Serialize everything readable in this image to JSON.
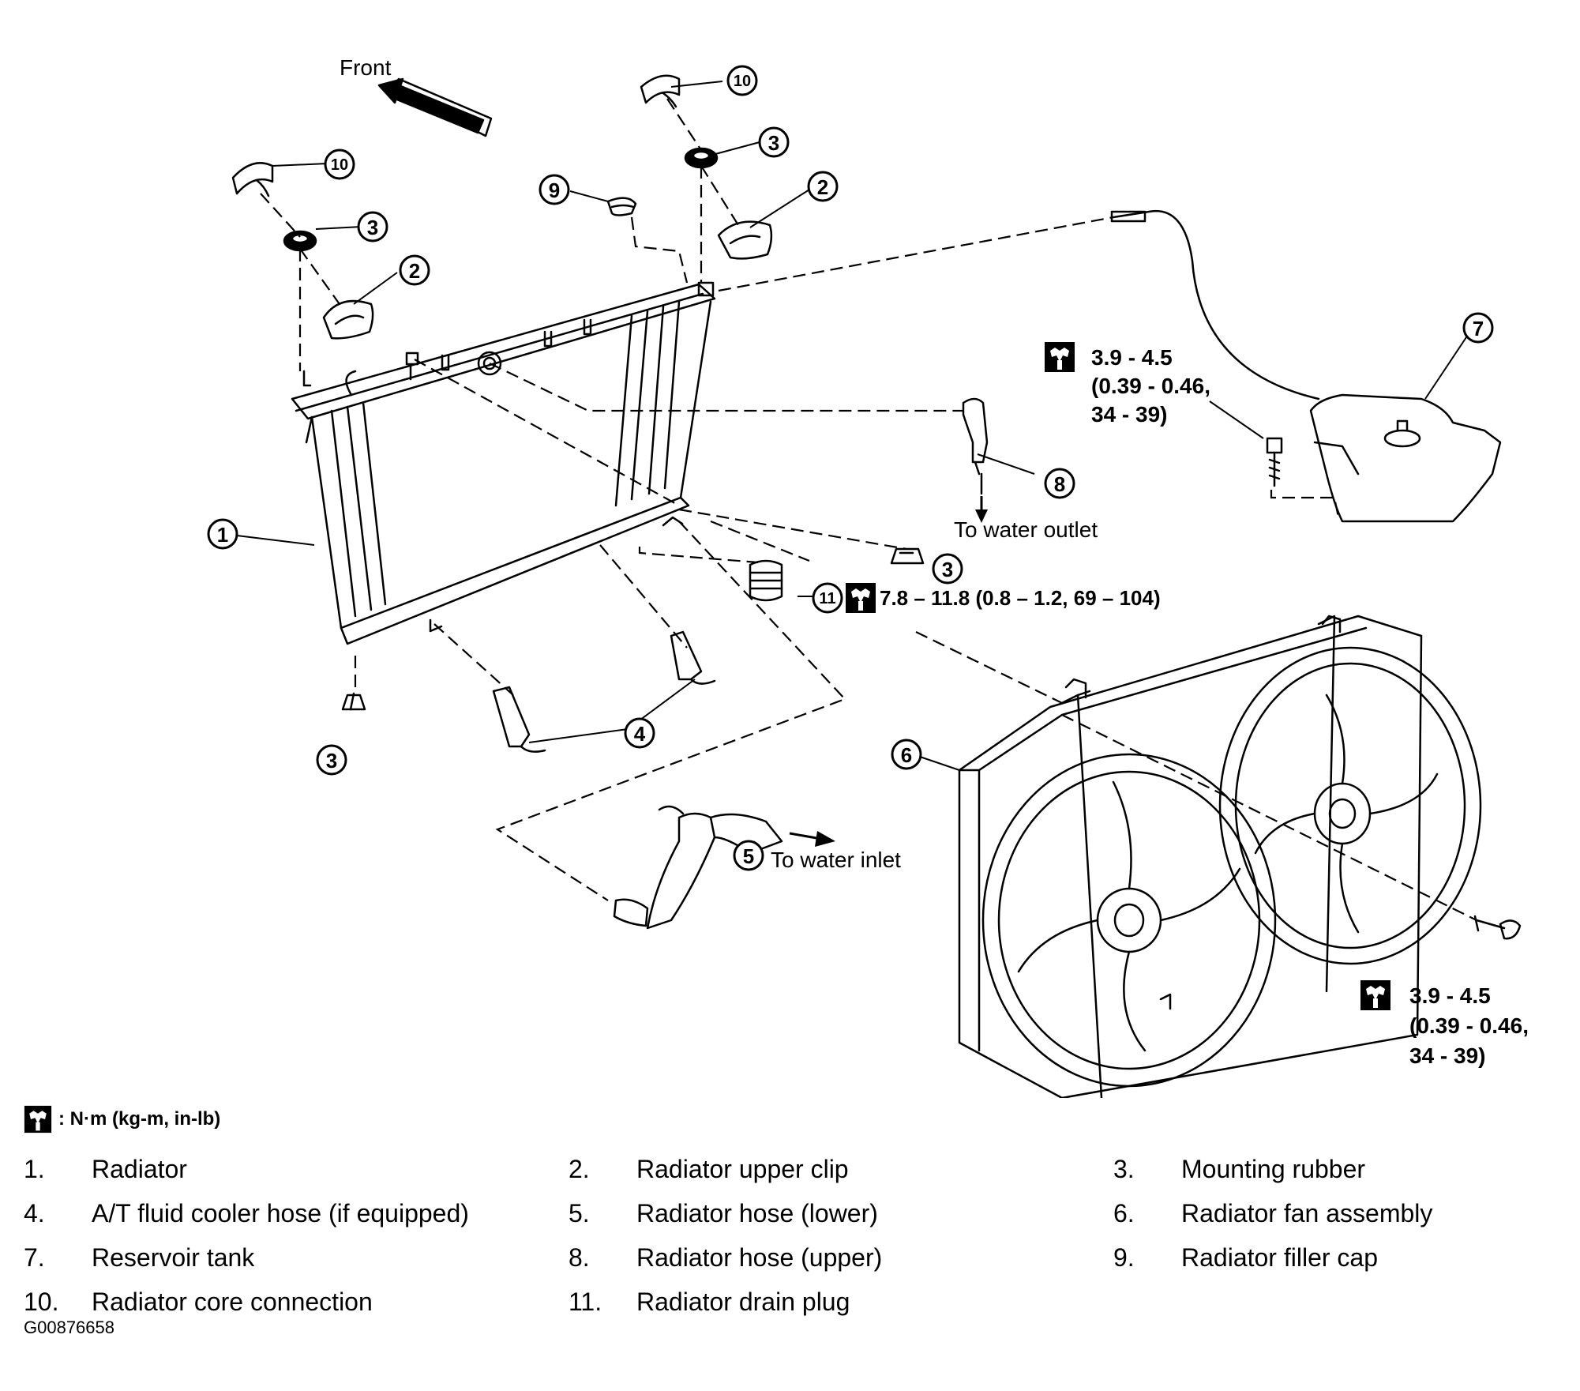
{
  "diagram": {
    "front_label": "Front",
    "to_water_outlet": "To water outlet",
    "to_water_inlet": "To water inlet",
    "callouts": [
      "1",
      "2",
      "3",
      "4",
      "5",
      "6",
      "7",
      "8",
      "9",
      "10",
      "11"
    ],
    "torque_reservoir": {
      "line1": "3.9 - 4.5",
      "line2": "(0.39 - 0.46,",
      "line3": "34 - 39)"
    },
    "torque_drain": "7.8 – 11.8 (0.8 – 1.2, 69 – 104)",
    "torque_fan": {
      "line1": "3.9 - 4.5",
      "line2": "(0.39 - 0.46,",
      "line3": "34 - 39)"
    }
  },
  "legend": {
    "unit_text": ": N·m (kg-m, in-lb)",
    "parts": [
      {
        "num": "1.",
        "name": "Radiator"
      },
      {
        "num": "2.",
        "name": "Radiator upper clip"
      },
      {
        "num": "3.",
        "name": "Mounting rubber"
      },
      {
        "num": "4.",
        "name": "A/T fluid cooler hose (if equipped)"
      },
      {
        "num": "5.",
        "name": "Radiator hose (lower)"
      },
      {
        "num": "6.",
        "name": "Radiator fan assembly"
      },
      {
        "num": "7.",
        "name": "Reservoir tank"
      },
      {
        "num": "8.",
        "name": "Radiator hose (upper)"
      },
      {
        "num": "9.",
        "name": "Radiator filler cap"
      },
      {
        "num": "10.",
        "name": "Radiator core connection"
      },
      {
        "num": "11.",
        "name": "Radiator drain plug"
      }
    ]
  },
  "figure_code": "G00876658"
}
